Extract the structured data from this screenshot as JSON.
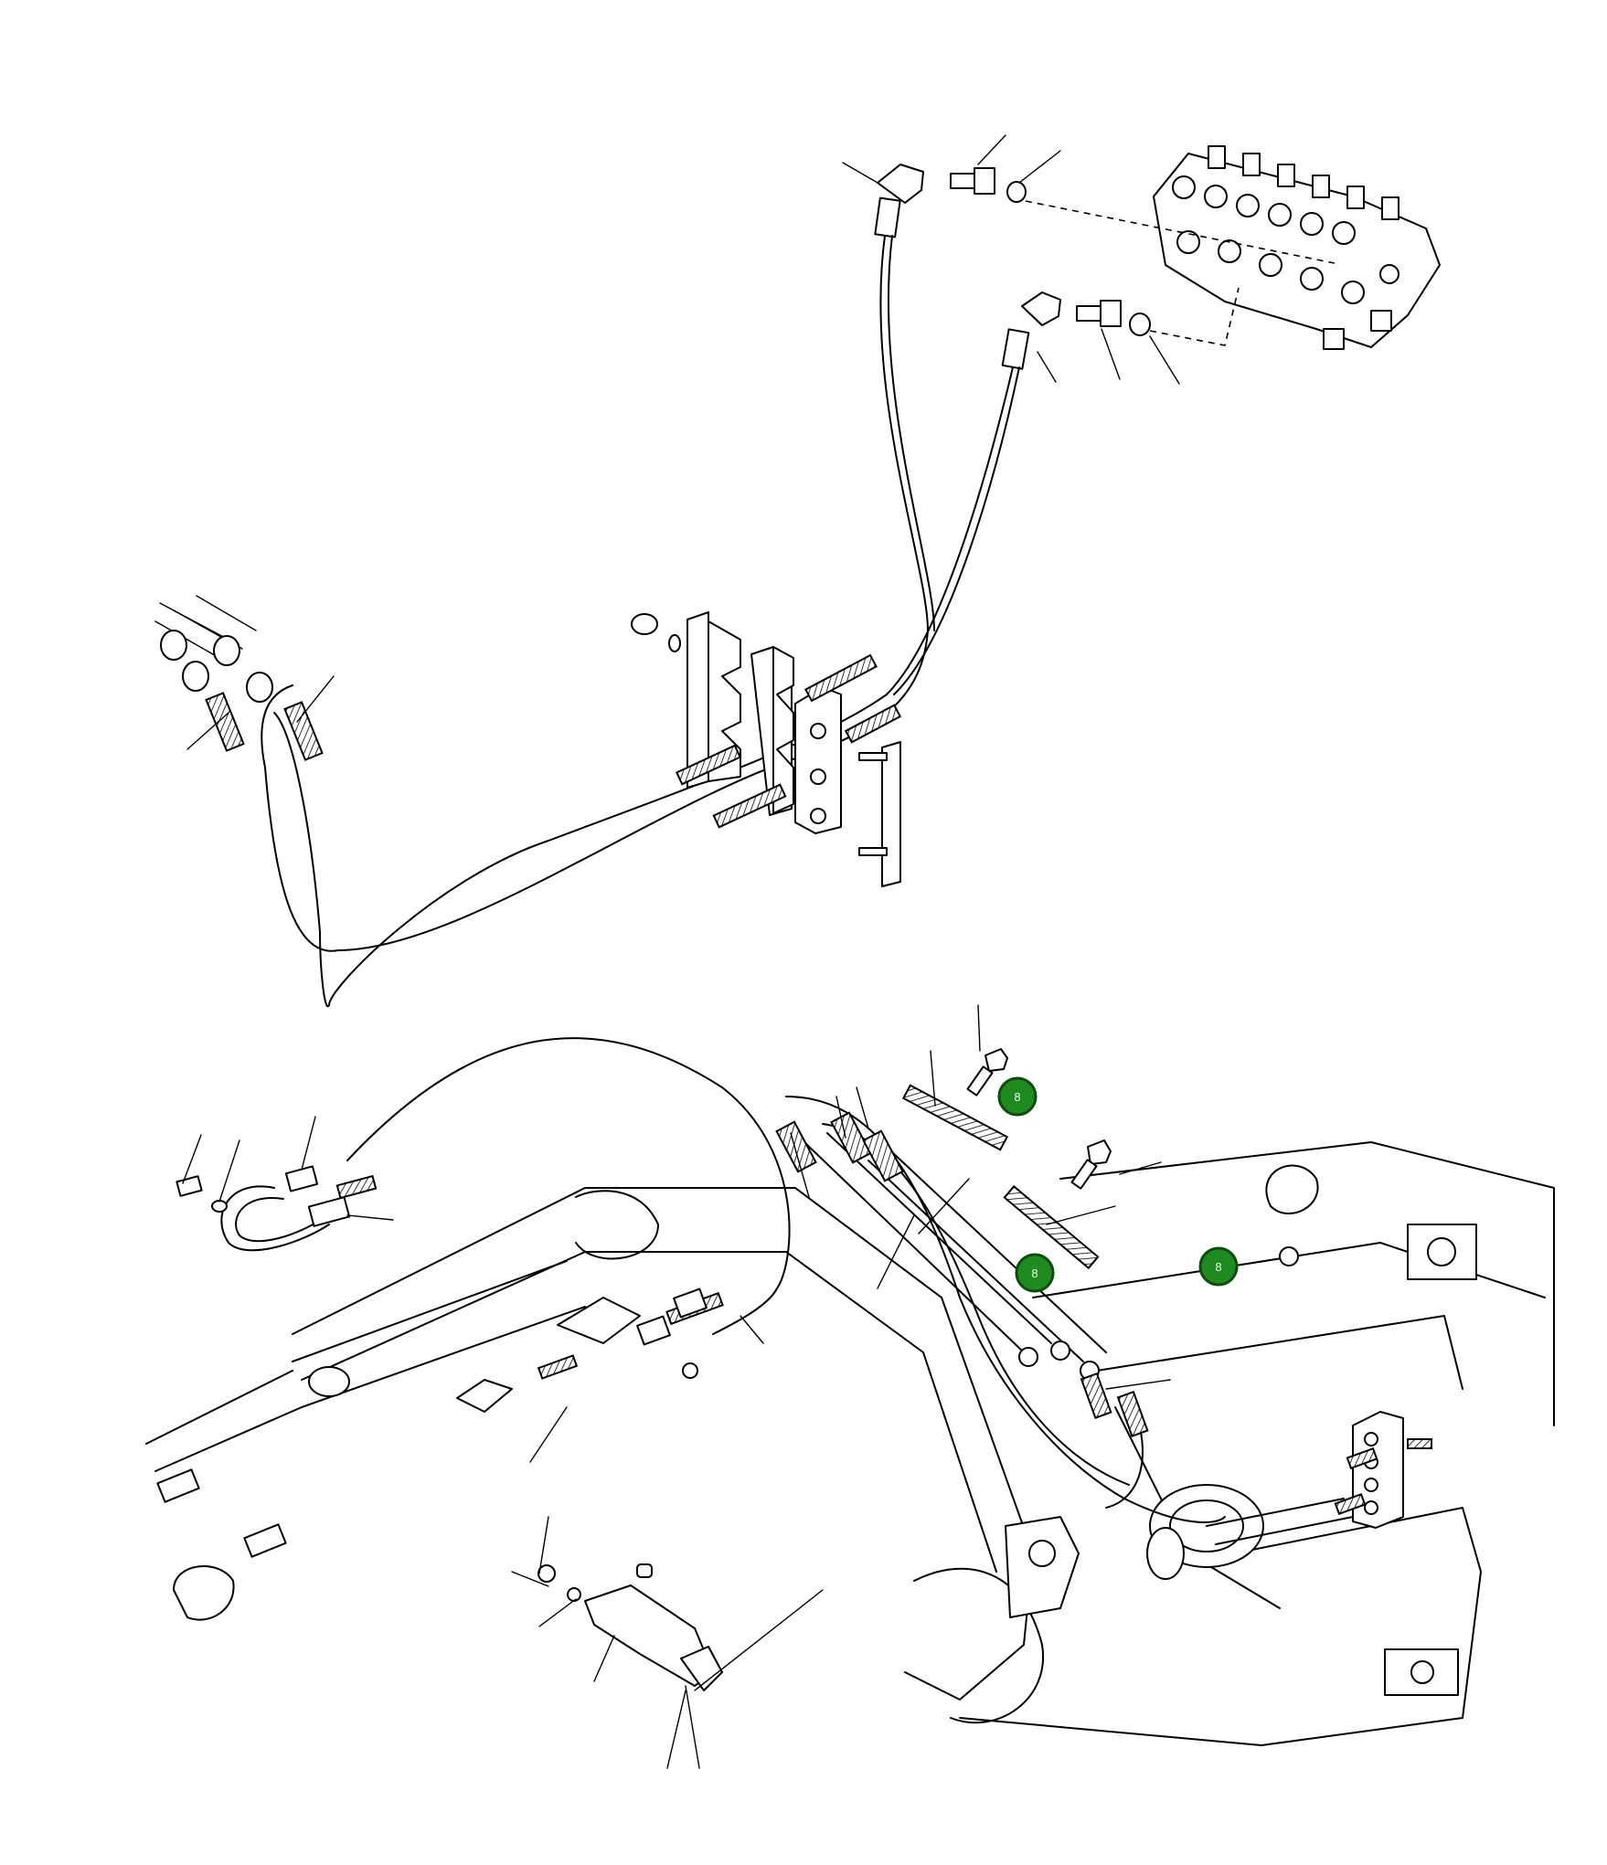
{
  "diagram": {
    "background": "#ffffff",
    "line_color": "#000000",
    "callout_color": "#1f8a1f",
    "callouts": [
      {
        "id": "callout-1",
        "label": "8"
      },
      {
        "id": "callout-2",
        "label": "8"
      },
      {
        "id": "callout-3",
        "label": "8"
      }
    ]
  }
}
